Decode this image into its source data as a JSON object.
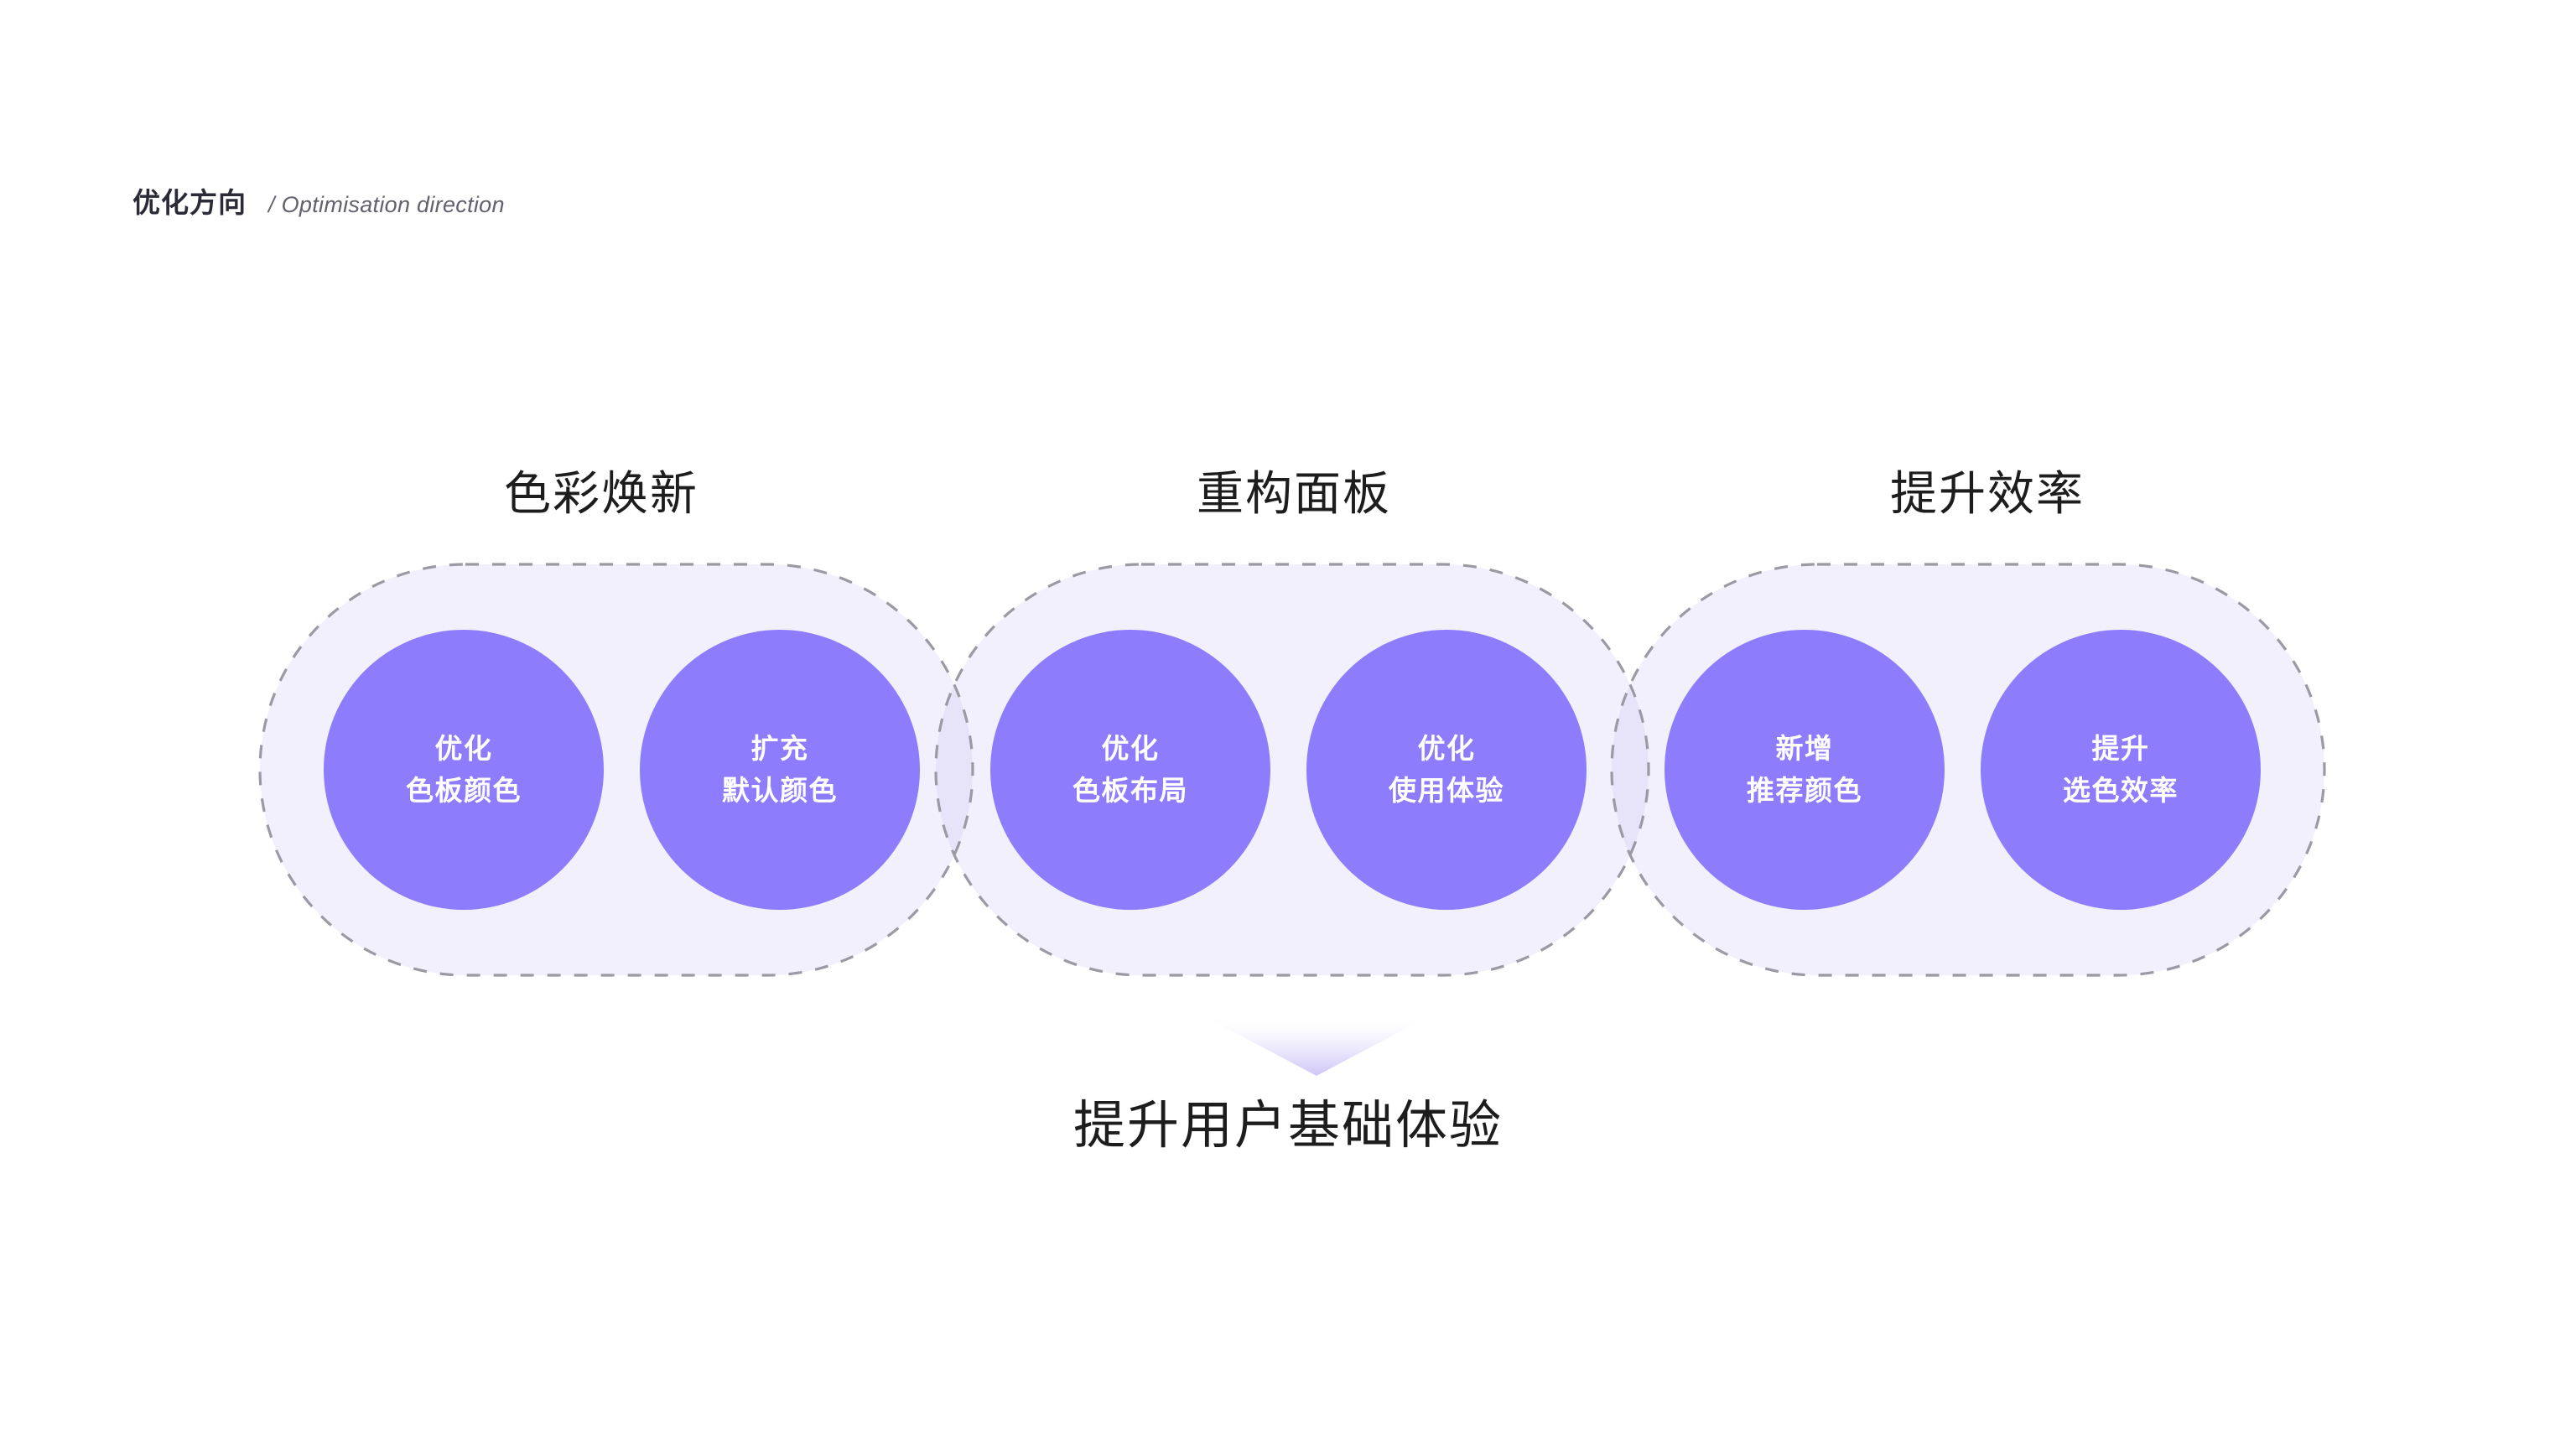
{
  "header": {
    "title_cn": "优化方向",
    "title_en": "/ Optimisation direction"
  },
  "colors": {
    "circle_fill": "#8d7cfc",
    "capsule_fill": "#f2f0fc",
    "capsule_overlap_fill": "#e7e3f8",
    "capsule_stroke": "#9a9aa4",
    "background": "#ffffff",
    "title_text": "#1d1d1d",
    "header_cn_text": "#2b2b38",
    "header_en_text": "#62626e",
    "node_text": "#ffffff",
    "arrow_gradient_top": "#ffffff",
    "arrow_gradient_bottom": "#d9d2fb"
  },
  "groups": [
    {
      "title": "色彩焕新",
      "nodes": [
        {
          "line1": "优化",
          "line2": "色板颜色"
        },
        {
          "line1": "扩充",
          "line2": "默认颜色"
        }
      ]
    },
    {
      "title": "重构面板",
      "nodes": [
        {
          "line1": "优化",
          "line2": "色板布局"
        },
        {
          "line1": "优化",
          "line2": "使用体验"
        }
      ]
    },
    {
      "title": "提升效率",
      "nodes": [
        {
          "line1": "新增",
          "line2": "推荐颜色"
        },
        {
          "line1": "提升",
          "line2": "选色效率"
        }
      ]
    }
  ],
  "conclusion": {
    "label": "提升用户基础体验"
  }
}
